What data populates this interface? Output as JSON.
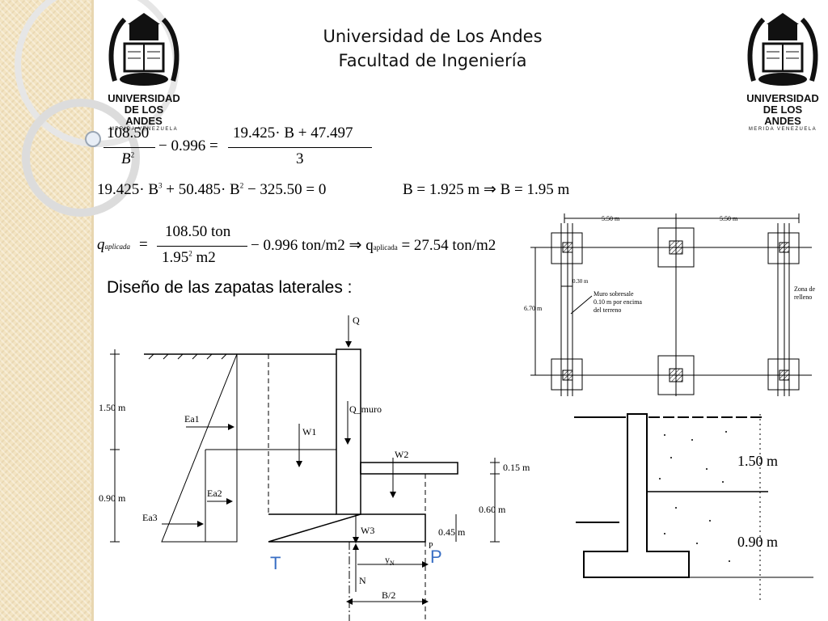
{
  "header": {
    "line1": "Universidad de Los Andes",
    "line2": "Facultad de Ingeniería"
  },
  "logo": {
    "name_line1": "UNIVERSIDAD",
    "name_line2": "DE LOS ANDES",
    "sub": "MERIDA VENEZUELA",
    "icon": "university-seal-icon"
  },
  "equations": {
    "eq1": {
      "lhs_num": "108.50",
      "lhs_den": "B",
      "lhs_exp": "2",
      "minus": "− 0.996 =",
      "rhs_num": "19.425· B + 47.497",
      "rhs_den": "3"
    },
    "eq2": {
      "text_a": "19.425· B",
      "exp3": "3",
      "text_b": "+ 50.485· B",
      "exp2": "2",
      "text_c": "− 325.50 = 0"
    },
    "eq3": {
      "text": "B = 1.925 m ⇒ B = 1.95  m"
    },
    "eq4": {
      "q": "q",
      "sub": "aplicada",
      "eq": "=",
      "num": "108.50 ton",
      "den": "1.95",
      "den_exp": "2",
      "den_unit": "m2",
      "rest": "− 0.996 ton/m2  ⇒ q",
      "sub2": "aplicada",
      "result": "= 27.54 ton/m2"
    }
  },
  "subtitle": "Diseño de las zapatas laterales :",
  "plan": {
    "dim_left": "5.50 m",
    "dim_right": "5.50 m",
    "dim_height": "6.70 m",
    "dim_wall": "0.30 m",
    "note_line1": "Muro sobresale",
    "note_line2": "0.10 m por encima",
    "note_line3": "del terreno",
    "zone_line1": "Zona de",
    "zone_line2": "relleno"
  },
  "section": {
    "load_q": "Q",
    "q_muro": "Q_muro",
    "dim_upper": "1.50 m",
    "dim_lower": "0.90 m",
    "ea1": "Ea1",
    "ea2": "Ea2",
    "ea3": "Ea3",
    "w1": "W1",
    "w2": "W2",
    "w3": "W3",
    "dim_015": "0.15 m",
    "dim_060": "0.60 m",
    "dim_045": "0.45 m",
    "label_t": "T",
    "label_p": "P",
    "label_p_small": "P",
    "label_yn": "y",
    "label_yn_sub": "N",
    "label_n": "N",
    "label_b2": "B/2"
  },
  "detail": {
    "dim_upper": "1.50 m",
    "dim_lower": "0.90 m"
  },
  "colors": {
    "accent_blue": "#3a6fc4"
  }
}
